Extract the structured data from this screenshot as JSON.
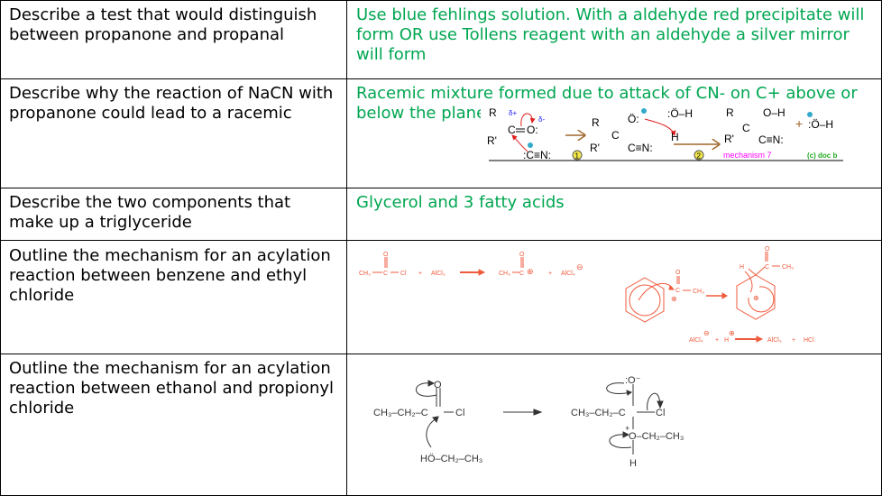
{
  "rows": [
    {
      "question": "Describe a test that would distinguish between propanone and propanal",
      "answer": "Use blue fehlings solution. With a aldehyde red precipitate will form OR use Tollens reagent with an aldehyde a silver mirror will form"
    },
    {
      "question": "Describe why the reaction of NaCN with propanone could lead to a racemic",
      "answer": "Racemic mixture formed due to attack of CN- on C+ above or below the plane"
    },
    {
      "question": "Describe the two components that make up a triglyceride",
      "answer": "Glycerol and 3 fatty acids"
    },
    {
      "question": "Outline the mechanism for an acylation reaction between benzene and ethyl chloride",
      "answer": ""
    },
    {
      "question": "Outline the mechanism for an acylation reaction between ethanol and propionyl chloride",
      "answer": ""
    }
  ],
  "figures": {
    "nucleophilic_addition": {
      "R": "R",
      "R2": "R'",
      "C": "C",
      "O": "O:",
      "dplus": "δ+",
      "dminus": "δ-",
      "cn": ":C≡N:",
      "cn2": "C≡N:",
      "step1": "1",
      "step2": "2",
      "oh": ":Ö–H",
      "h": "H",
      "o_int": "Ö:",
      "oh_prod": "O–H",
      "plus": "+",
      "hydroxide": ":Ö–H",
      "caption": "mechanism 7",
      "credit": "(c) doc b",
      "colors": {
        "arrow": "#e02020",
        "step_arrow": "#a0662a",
        "delta": "#1a1aff",
        "caption": "#ff00ff",
        "credit": "#22aa22",
        "step_circle": "#f2e84a"
      }
    },
    "friedel_crafts": {
      "ch3": "CH₃",
      "c": "C",
      "o": "O",
      "cl": "Cl",
      "plus": "+",
      "alcl3": "AlCl₃",
      "alcl4": "AlCl₄",
      "cation": "⊕",
      "anion": "⊖",
      "h": "H",
      "hplus": "H",
      "hcl": "HCl",
      "colors": {
        "ink": "#f05a3c"
      }
    },
    "esterification": {
      "ethyl_chain": "CH₃–CH₂–C",
      "cl": "Cl",
      "o": "O",
      "ethanol": "HÖ–CH₂–CH₃",
      "alkoxide": ":O⁻",
      "oxonium": "O–CH₂–CH₃",
      "plus": "+",
      "h": "H"
    }
  }
}
